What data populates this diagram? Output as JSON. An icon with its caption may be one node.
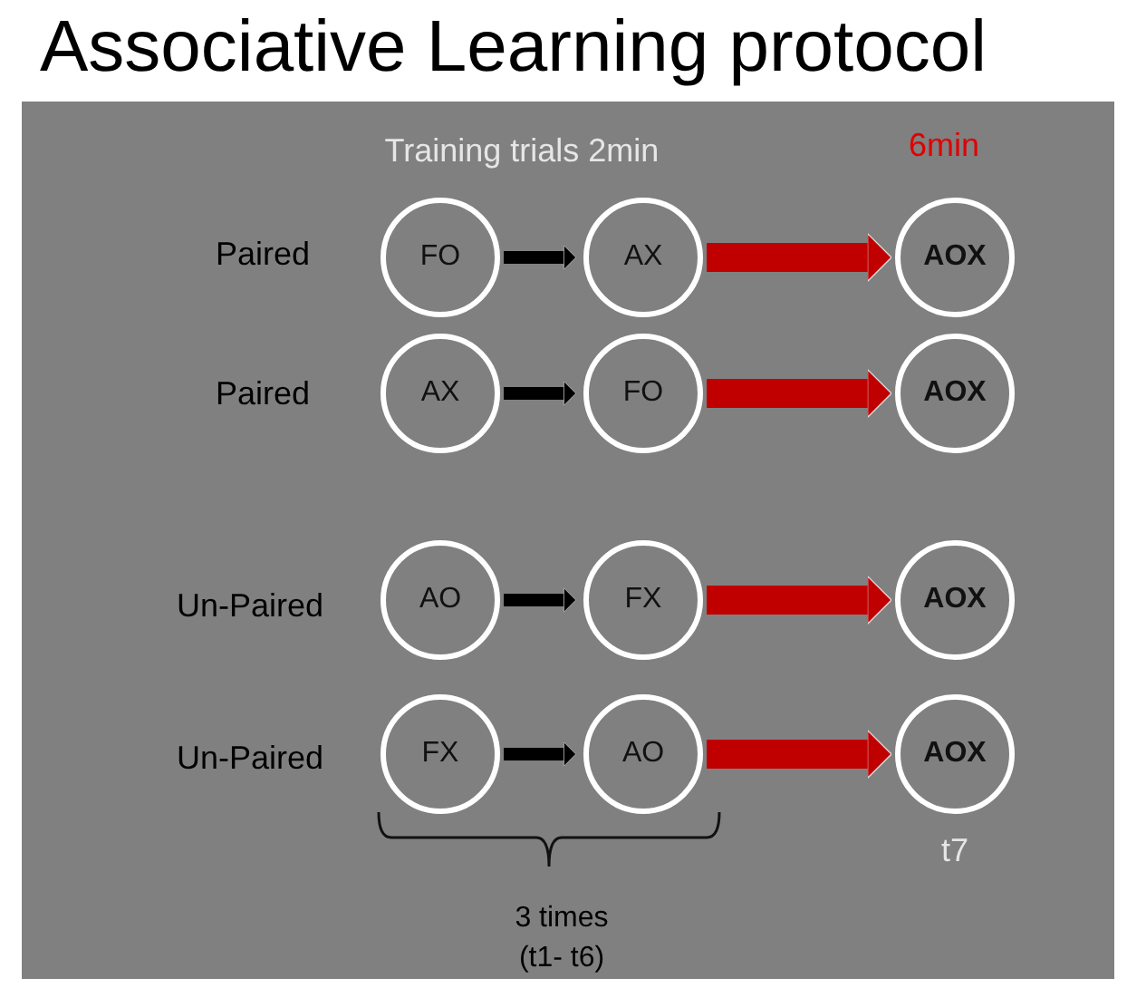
{
  "diagram": {
    "title": "Associative Learning protocol",
    "nodes": [
      {
        "text": [
          "FO"
        ]
      },
      {
        "text": [
          "AX"
        ]
      },
      {
        "text": [
          "AOX"
        ]
      },
      {
        "text": [
          "AX"
        ]
      },
      {
        "text": [
          "FO"
        ]
      },
      {
        "text": [
          "AOX"
        ]
      },
      {
        "text": [
          "AO"
        ]
      },
      {
        "text": [
          "FX"
        ]
      },
      {
        "text": [
          "AOX"
        ]
      },
      {
        "text": [
          "FX"
        ]
      },
      {
        "text": [
          "AO"
        ]
      },
      {
        "text": [
          "AOX"
        ],
        "beside": [
          "t7"
        ]
      }
    ],
    "edges": [
      {
        "from": 0,
        "to": 1,
        "arrow": "to"
      },
      {
        "from": 1,
        "to": 2,
        "arrow": "to",
        "style": "thick",
        "color": "#c00000"
      },
      {
        "from": 3,
        "to": 4,
        "arrow": "to"
      },
      {
        "from": 4,
        "to": 5,
        "arrow": "to",
        "style": "thick",
        "color": "#c00000"
      },
      {
        "from": 6,
        "to": 7,
        "arrow": "to"
      },
      {
        "from": 7,
        "to": 8,
        "arrow": "to",
        "style": "thick",
        "color": "#c00000"
      },
      {
        "from": 9,
        "to": 10,
        "arrow": "to"
      },
      {
        "from": 10,
        "to": 11,
        "arrow": "to",
        "style": "thick",
        "color": "#c00000"
      }
    ],
    "labels": [
      "Training trials 2min",
      "6min",
      "Paired",
      "Paired",
      "Un-Paired",
      "Un-Paired",
      "3 times (t1- t6)"
    ]
  }
}
